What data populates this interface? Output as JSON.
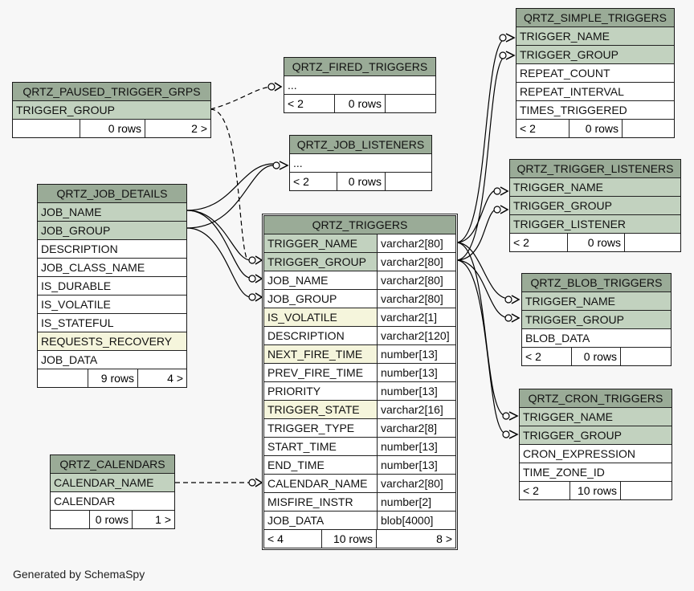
{
  "generated_by": "Generated by SchemaSpy",
  "tables": {
    "paused": {
      "name": "QRTZ_PAUSED_TRIGGER_GRPS",
      "columns": [
        "TRIGGER_GROUP"
      ],
      "footer": [
        "",
        "0 rows",
        "2 >"
      ]
    },
    "fired": {
      "name": "QRTZ_FIRED_TRIGGERS",
      "columns": [
        "..."
      ],
      "footer": [
        "< 2",
        "0 rows",
        ""
      ]
    },
    "listeners": {
      "name": "QRTZ_JOB_LISTENERS",
      "columns": [
        "..."
      ],
      "footer": [
        "< 2",
        "0 rows",
        ""
      ]
    },
    "job_details": {
      "name": "QRTZ_JOB_DETAILS",
      "columns": [
        "JOB_NAME",
        "JOB_GROUP",
        "DESCRIPTION",
        "JOB_CLASS_NAME",
        "IS_DURABLE",
        "IS_VOLATILE",
        "IS_STATEFUL",
        "REQUESTS_RECOVERY",
        "JOB_DATA"
      ],
      "footer": [
        "",
        "9 rows",
        "4 >"
      ]
    },
    "calendars": {
      "name": "QRTZ_CALENDARS",
      "columns": [
        "CALENDAR_NAME",
        "CALENDAR"
      ],
      "footer": [
        "",
        "0 rows",
        "1 >"
      ]
    },
    "triggers": {
      "name": "QRTZ_TRIGGERS",
      "columns": [
        {
          "name": "TRIGGER_NAME",
          "type": "varchar2[80]"
        },
        {
          "name": "TRIGGER_GROUP",
          "type": "varchar2[80]"
        },
        {
          "name": "JOB_NAME",
          "type": "varchar2[80]"
        },
        {
          "name": "JOB_GROUP",
          "type": "varchar2[80]"
        },
        {
          "name": "IS_VOLATILE",
          "type": "varchar2[1]"
        },
        {
          "name": "DESCRIPTION",
          "type": "varchar2[120]"
        },
        {
          "name": "NEXT_FIRE_TIME",
          "type": "number[13]"
        },
        {
          "name": "PREV_FIRE_TIME",
          "type": "number[13]"
        },
        {
          "name": "PRIORITY",
          "type": "number[13]"
        },
        {
          "name": "TRIGGER_STATE",
          "type": "varchar2[16]"
        },
        {
          "name": "TRIGGER_TYPE",
          "type": "varchar2[8]"
        },
        {
          "name": "START_TIME",
          "type": "number[13]"
        },
        {
          "name": "END_TIME",
          "type": "number[13]"
        },
        {
          "name": "CALENDAR_NAME",
          "type": "varchar2[80]"
        },
        {
          "name": "MISFIRE_INSTR",
          "type": "number[2]"
        },
        {
          "name": "JOB_DATA",
          "type": "blob[4000]"
        }
      ],
      "footer": [
        "< 4",
        "10 rows",
        "8 >"
      ]
    },
    "simple": {
      "name": "QRTZ_SIMPLE_TRIGGERS",
      "columns": [
        "TRIGGER_NAME",
        "TRIGGER_GROUP",
        "REPEAT_COUNT",
        "REPEAT_INTERVAL",
        "TIMES_TRIGGERED"
      ],
      "footer": [
        "< 2",
        "0 rows",
        ""
      ]
    },
    "trig_listeners": {
      "name": "QRTZ_TRIGGER_LISTENERS",
      "columns": [
        "TRIGGER_NAME",
        "TRIGGER_GROUP",
        "TRIGGER_LISTENER"
      ],
      "footer": [
        "< 2",
        "0 rows",
        ""
      ]
    },
    "blob": {
      "name": "QRTZ_BLOB_TRIGGERS",
      "columns": [
        "TRIGGER_NAME",
        "TRIGGER_GROUP",
        "BLOB_DATA"
      ],
      "footer": [
        "< 2",
        "0 rows",
        ""
      ]
    },
    "cron": {
      "name": "QRTZ_CRON_TRIGGERS",
      "columns": [
        "TRIGGER_NAME",
        "TRIGGER_GROUP",
        "CRON_EXPRESSION",
        "TIME_ZONE_ID"
      ],
      "footer": [
        "< 2",
        "10 rows",
        ""
      ]
    }
  }
}
